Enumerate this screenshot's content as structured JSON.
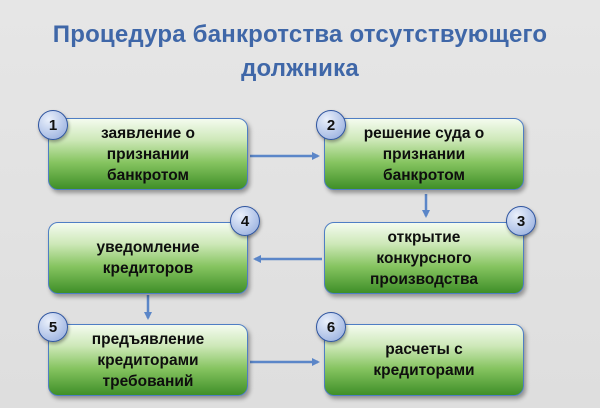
{
  "title": "Процедура банкротства отсутствующего\nдолжника",
  "colors": {
    "title": "#3f67a8",
    "arrow": "#5b86c8",
    "box_border": "#4f7ec4",
    "box_gradient_top": "#f4fbef",
    "box_gradient_bottom": "#3f8f28",
    "badge_fill": "#b7c8ea"
  },
  "steps": [
    {
      "number": "1",
      "text": "заявление о\nпризнании\nбанкротом"
    },
    {
      "number": "2",
      "text": "решение суда о\nпризнании\nбанкротом"
    },
    {
      "number": "3",
      "text": "открытие\nконкурсного\nпроизводства"
    },
    {
      "number": "4",
      "text": "уведомление\nкредиторов"
    },
    {
      "number": "5",
      "text": "предъявление\nкредиторами\nтребований"
    },
    {
      "number": "6",
      "text": "расчеты с\nкредиторами"
    }
  ]
}
